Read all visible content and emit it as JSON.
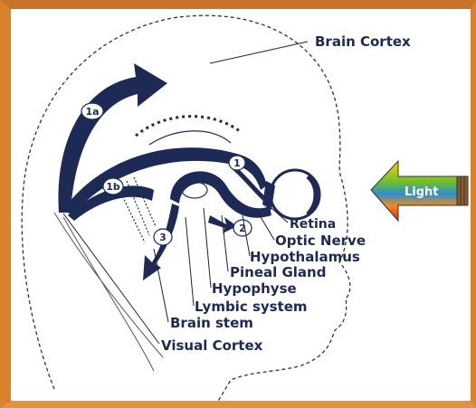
{
  "labels": {
    "brain_cortex": "Brain Cortex",
    "retina": "Retina",
    "optic_nerve": "Optic Nerve",
    "hypothalamus": "Hypothalamus",
    "pineal_gland": "Pineal Gland",
    "hypophyse": "Hypophyse",
    "lymbic_system": "Lymbic system",
    "brain_stem": "Brain stem",
    "visual_cortex": "Visual Cortex"
  },
  "markers": {
    "m1a": "1a",
    "m1b": "1b",
    "m1": "1",
    "m2": "2",
    "m3": "3"
  },
  "light_arrow": {
    "text": "Light"
  },
  "colors": {
    "frame": "#d9822b",
    "pathway": "#1c2a55",
    "outline": "#333333"
  }
}
